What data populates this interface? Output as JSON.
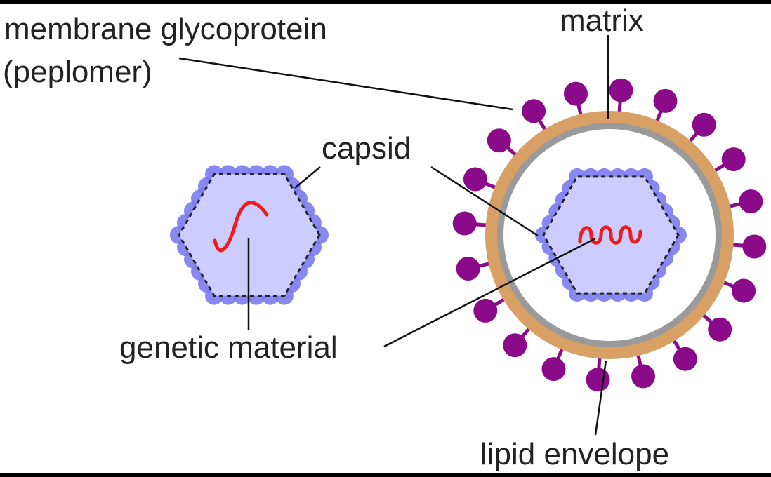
{
  "labels": {
    "membrane_line1": "membrane glycoprotein",
    "membrane_line2": "(peplomer)",
    "matrix": "matrix",
    "capsid": "capsid",
    "genetic_material": "genetic material",
    "lipid_envelope": "lipid envelope"
  },
  "colors": {
    "frame": "#000000",
    "background": "#ffffff",
    "text": "#222222",
    "leader_line": "#111111",
    "capsomere": "#7b7bef",
    "capsid_fill": "#ccccff",
    "capsid_edge": "#222222",
    "nucleic_acid": "#ee1c1c",
    "lipid_envelope": "#d9a066",
    "matrix": "#9a9a9a",
    "glycoprotein": "#8a0a8a"
  }
}
